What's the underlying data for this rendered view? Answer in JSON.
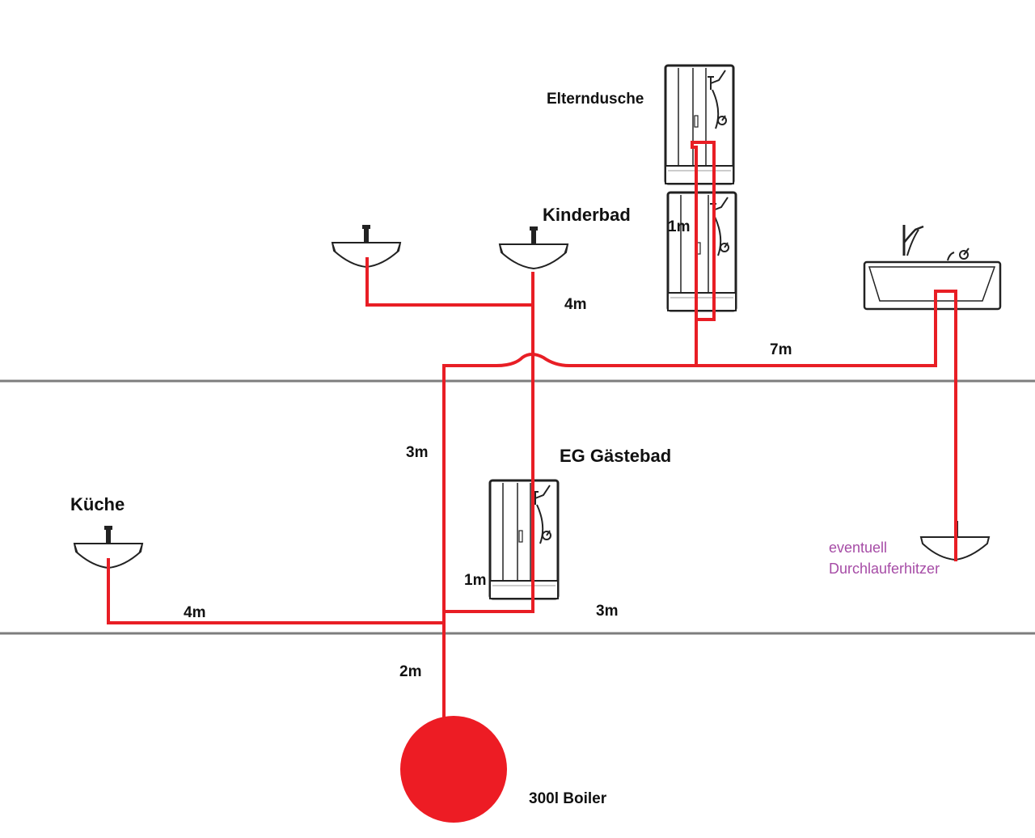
{
  "labels": {
    "elterndusche": "Elterndusche",
    "kinderbad": "Kinderbad",
    "eg_gaestebad": "EG Gästebad",
    "kueche": "Küche",
    "boiler": "300l Boiler",
    "note_line1": "eventuell",
    "note_line2": "Durchlauferhitzer"
  },
  "lengths": {
    "kinderbad_branch": "4m",
    "elterndusche_riser": "1m",
    "upper_main": "7m",
    "riser_upper": "3m",
    "gaestebad_branch": "1m",
    "kueche_branch": "4m",
    "lower_main_right": "3m",
    "boiler_riser": "2m"
  },
  "colors": {
    "pipe": "#e81e25",
    "floor_line": "#7d7d7d",
    "fixture": "#222222",
    "note": "#a64ca6"
  }
}
